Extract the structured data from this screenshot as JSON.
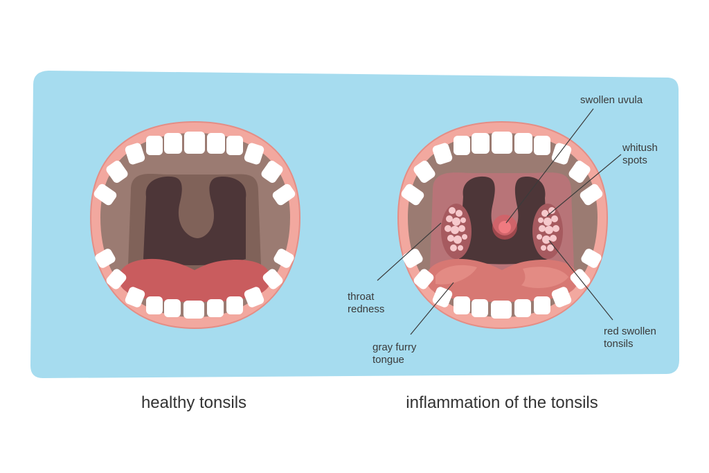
{
  "colors": {
    "background_panel": "#a6dcef",
    "lips": "#f2a89f",
    "lips_outline": "#e48d85",
    "teeth": "#ffffff",
    "mouth_interior": "#9b7b72",
    "healthy_tonsils": "#806259",
    "throat_dark": "#4d3638",
    "tongue_healthy": "#c95c5e",
    "throat_redness": "#b87478",
    "tongue_inflamed": "#d77873",
    "tongue_inflamed_light": "#e38b84",
    "tonsil_spots": "#f6c9cc",
    "uvula_glow": "#e2575f",
    "leader_line": "#3b3b3b"
  },
  "labels": {
    "swollen_uvula": "swollen uvula",
    "whitish_spots_1": "whitush",
    "whitish_spots_2": "spots",
    "throat_redness_1": "throat",
    "throat_redness_2": "redness",
    "gray_furry_tongue_1": "gray furry",
    "gray_furry_tongue_2": "tongue",
    "red_swollen_tonsils_1": "red swollen",
    "red_swollen_tonsils_2": "tonsils"
  },
  "captions": {
    "healthy": "healthy tonsils",
    "inflamed": "inflammation of the tonsils"
  },
  "icons": {
    "healthy_mouth": "open-mouth-healthy-icon",
    "inflamed_mouth": "open-mouth-inflamed-icon"
  }
}
